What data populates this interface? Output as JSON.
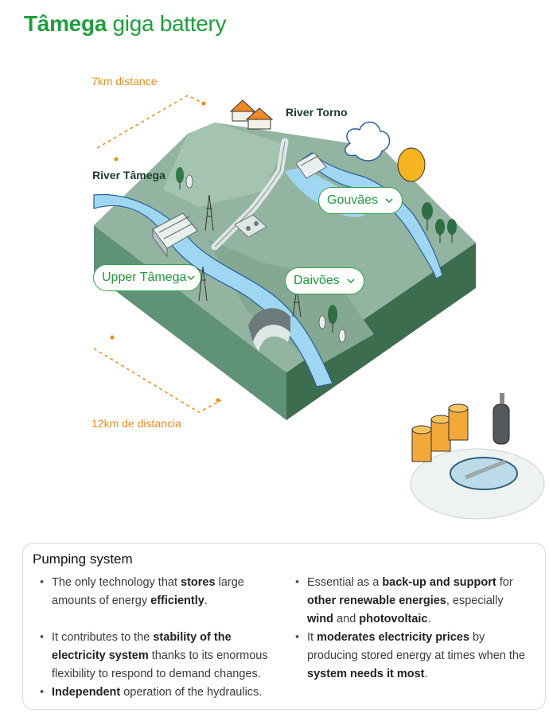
{
  "title": {
    "bold": "Tâmega",
    "rest": " giga battery"
  },
  "labels": {
    "dist_top": "7km distance",
    "dist_bottom": "12km de distancia",
    "river_torno": "River Torno",
    "river_tamega": "River Tâmega"
  },
  "pills": {
    "gouvaes": "Gouvães",
    "upper": "Upper Tâmega",
    "daivoes": "Daivões"
  },
  "colors": {
    "brand": "#1f9e3d",
    "orange": "#ec8c1c",
    "water": "#9fd6f2",
    "terrain": "#8fb29e",
    "terrain_dark": "#3f7052"
  },
  "card": {
    "title": "Pumping system",
    "bullets": [
      {
        "id": "b1",
        "parts": [
          {
            "t": "The only technology that "
          },
          {
            "t": "stores",
            "b": true
          },
          {
            "t": " large amounts of energy "
          },
          {
            "t": "efficiently",
            "b": true
          },
          {
            "t": "."
          }
        ]
      },
      {
        "id": "b2",
        "parts": [
          {
            "t": "It contributes to the "
          },
          {
            "t": "stability of the electricity system",
            "b": true
          },
          {
            "t": " thanks to its enormous flexibility to respond to demand changes."
          }
        ]
      },
      {
        "id": "b3",
        "parts": [
          {
            "t": "Independent",
            "b": true
          },
          {
            "t": " operation of the hydraulics."
          }
        ]
      },
      {
        "id": "b4",
        "parts": [
          {
            "t": "Essential as a "
          },
          {
            "t": "back-up and support",
            "b": true
          },
          {
            "t": " for "
          },
          {
            "t": "other renewable energies",
            "b": true
          },
          {
            "t": ", especially "
          },
          {
            "t": "wind",
            "b": true
          },
          {
            "t": " and "
          },
          {
            "t": "photovoltaic",
            "b": true
          },
          {
            "t": "."
          }
        ]
      },
      {
        "id": "b5",
        "parts": [
          {
            "t": "It "
          },
          {
            "t": "moderates electricity prices",
            "b": true
          },
          {
            "t": " by producing stored energy at times when the "
          },
          {
            "t": "system needs it most",
            "b": true
          },
          {
            "t": "."
          }
        ]
      }
    ]
  }
}
